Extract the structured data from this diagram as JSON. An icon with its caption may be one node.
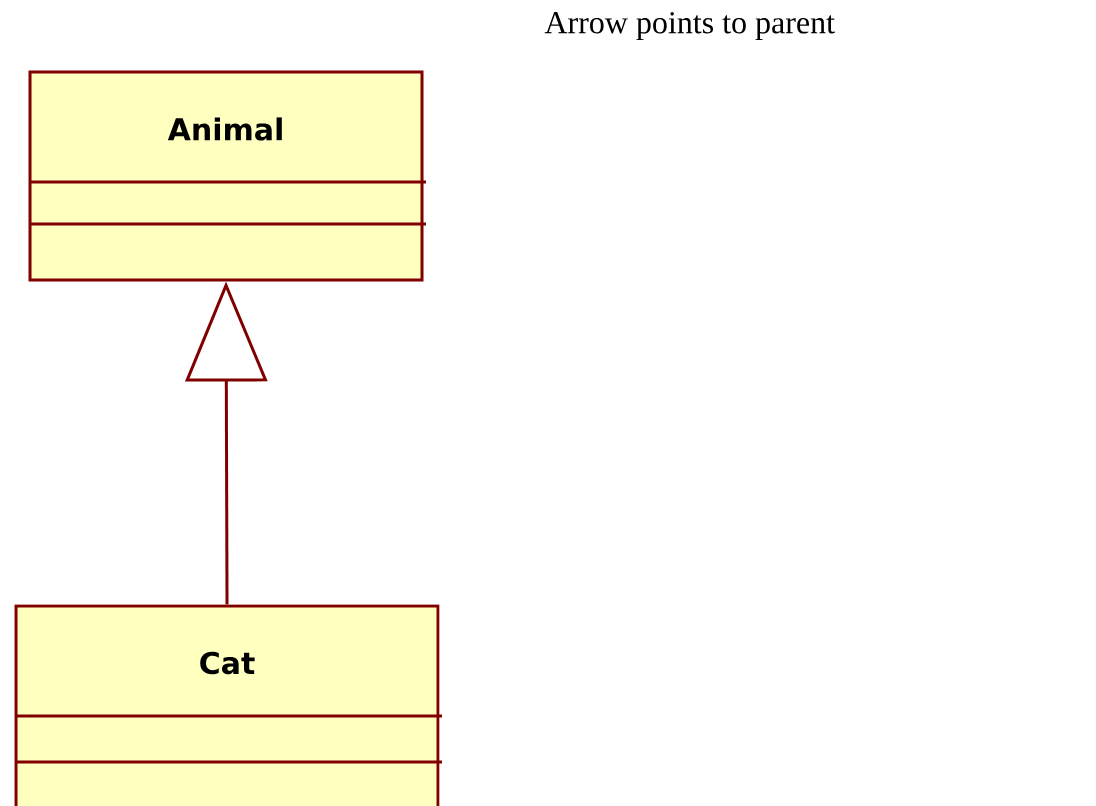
{
  "diagram": {
    "nodes": [
      {
        "text": [
          "Animal"
        ]
      },
      {
        "text": [
          "Cat"
        ]
      }
    ],
    "edges": [
      {
        "from": 1,
        "to": 0,
        "arrow": "to"
      }
    ],
    "labels": [
      "Arrow points to parent"
    ]
  }
}
